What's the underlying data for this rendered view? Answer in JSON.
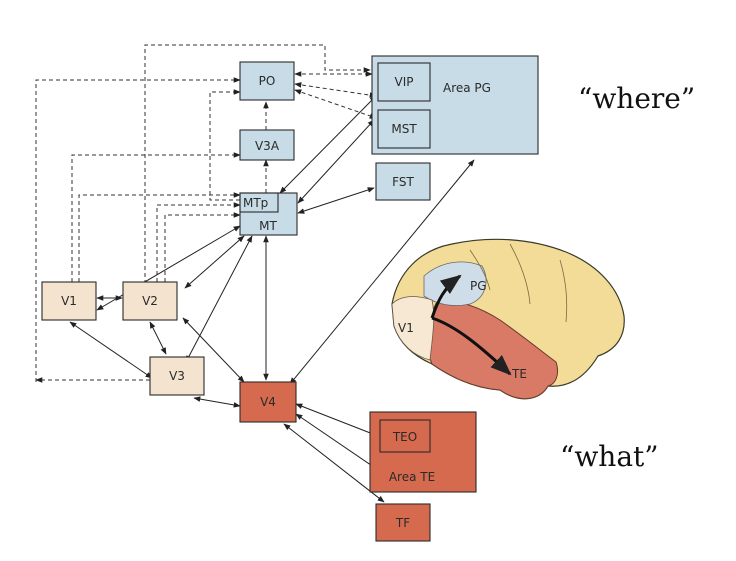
{
  "areas": {
    "po": "PO",
    "v3a": "V3A",
    "mtp": "MTp",
    "mt": "MT",
    "v1": "V1",
    "v2": "V2",
    "v3": "V3",
    "v4": "V4",
    "vip": "VIP",
    "mst": "MST",
    "area_pg": "Area PG",
    "fst": "FST",
    "teo": "TEO",
    "area_te": "Area TE",
    "tf": "TF"
  },
  "pathways": {
    "dorsal": "“where”",
    "ventral": "“what”"
  },
  "brain_labels": {
    "pg": "PG",
    "v1": "V1",
    "te": "TE"
  },
  "colors": {
    "dorsal_blue": "#c8dce8",
    "early_beige": "#f3e3cf",
    "ventral_red": "#d66a4f",
    "cortex_yellow": "#f2dc98",
    "cortex_red": "#d87a66"
  }
}
